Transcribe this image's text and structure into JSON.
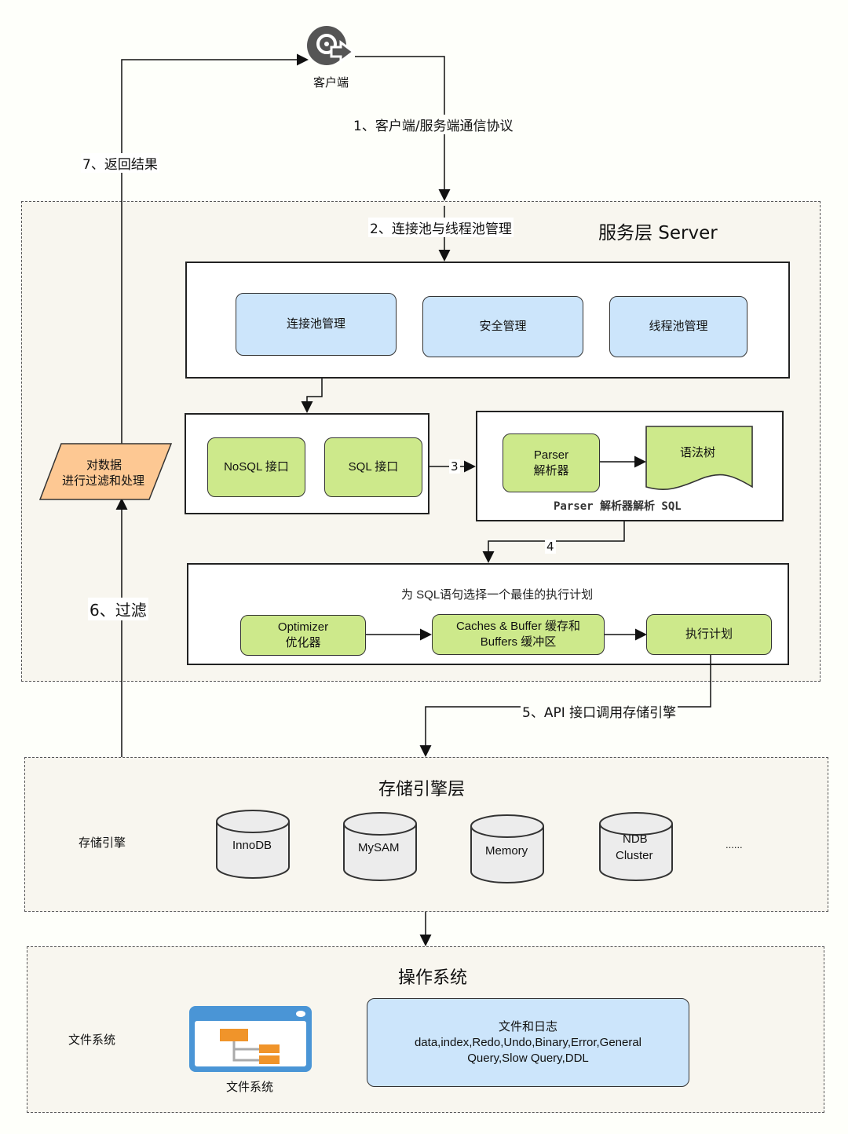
{
  "client": {
    "label": "客户端",
    "icon": "client-disc-arrow-icon"
  },
  "steps": {
    "s1": "1、客户端/服务端通信协议",
    "s2": "2、连接池与线程池管理",
    "s3": "3",
    "s4": "4",
    "s5": "5、API 接口调用存储引擎",
    "s6": "6、过滤",
    "s7": "7、返回结果"
  },
  "server_layer": {
    "title": "服务层 Server",
    "management": [
      "连接池管理",
      "安全管理",
      "线程池管理"
    ],
    "interfaces": [
      "NoSQL 接口",
      "SQL 接口"
    ],
    "parser": {
      "box": [
        "Parser",
        "解析器"
      ],
      "tree": "语法树",
      "caption": "Parser 解析器解析 SQL"
    },
    "optimizer": {
      "caption": "为 SQL语句选择一个最佳的执行计划",
      "boxes": [
        [
          "Optimizer",
          "优化器"
        ],
        [
          "Caches & Buffer 缓存和",
          "Buffers 缓冲区"
        ],
        [
          "执行计划"
        ]
      ]
    },
    "filter": [
      "对数据",
      "进行过滤和处理"
    ]
  },
  "storage_layer": {
    "title": "存储引擎层",
    "side_label": "存储引擎",
    "engines": [
      [
        "InnoDB"
      ],
      [
        "MySAM"
      ],
      [
        "Memory"
      ],
      [
        "NDB",
        "Cluster"
      ]
    ],
    "more": "......"
  },
  "os_layer": {
    "title": "操作系统",
    "side_label": "文件系统",
    "fs_icon_label": "文件系统",
    "files": [
      "文件和日志",
      "data,index,Redo,Undo,Binary,Error,General",
      "Query,Slow Query,DDL"
    ]
  },
  "colors": {
    "blue": "#cce5fb",
    "green": "#cde98b",
    "orange": "#fdc893",
    "layer_bg": "#f8f6ef",
    "fs_blue": "#4a95d6",
    "fs_orange": "#f0942a"
  }
}
